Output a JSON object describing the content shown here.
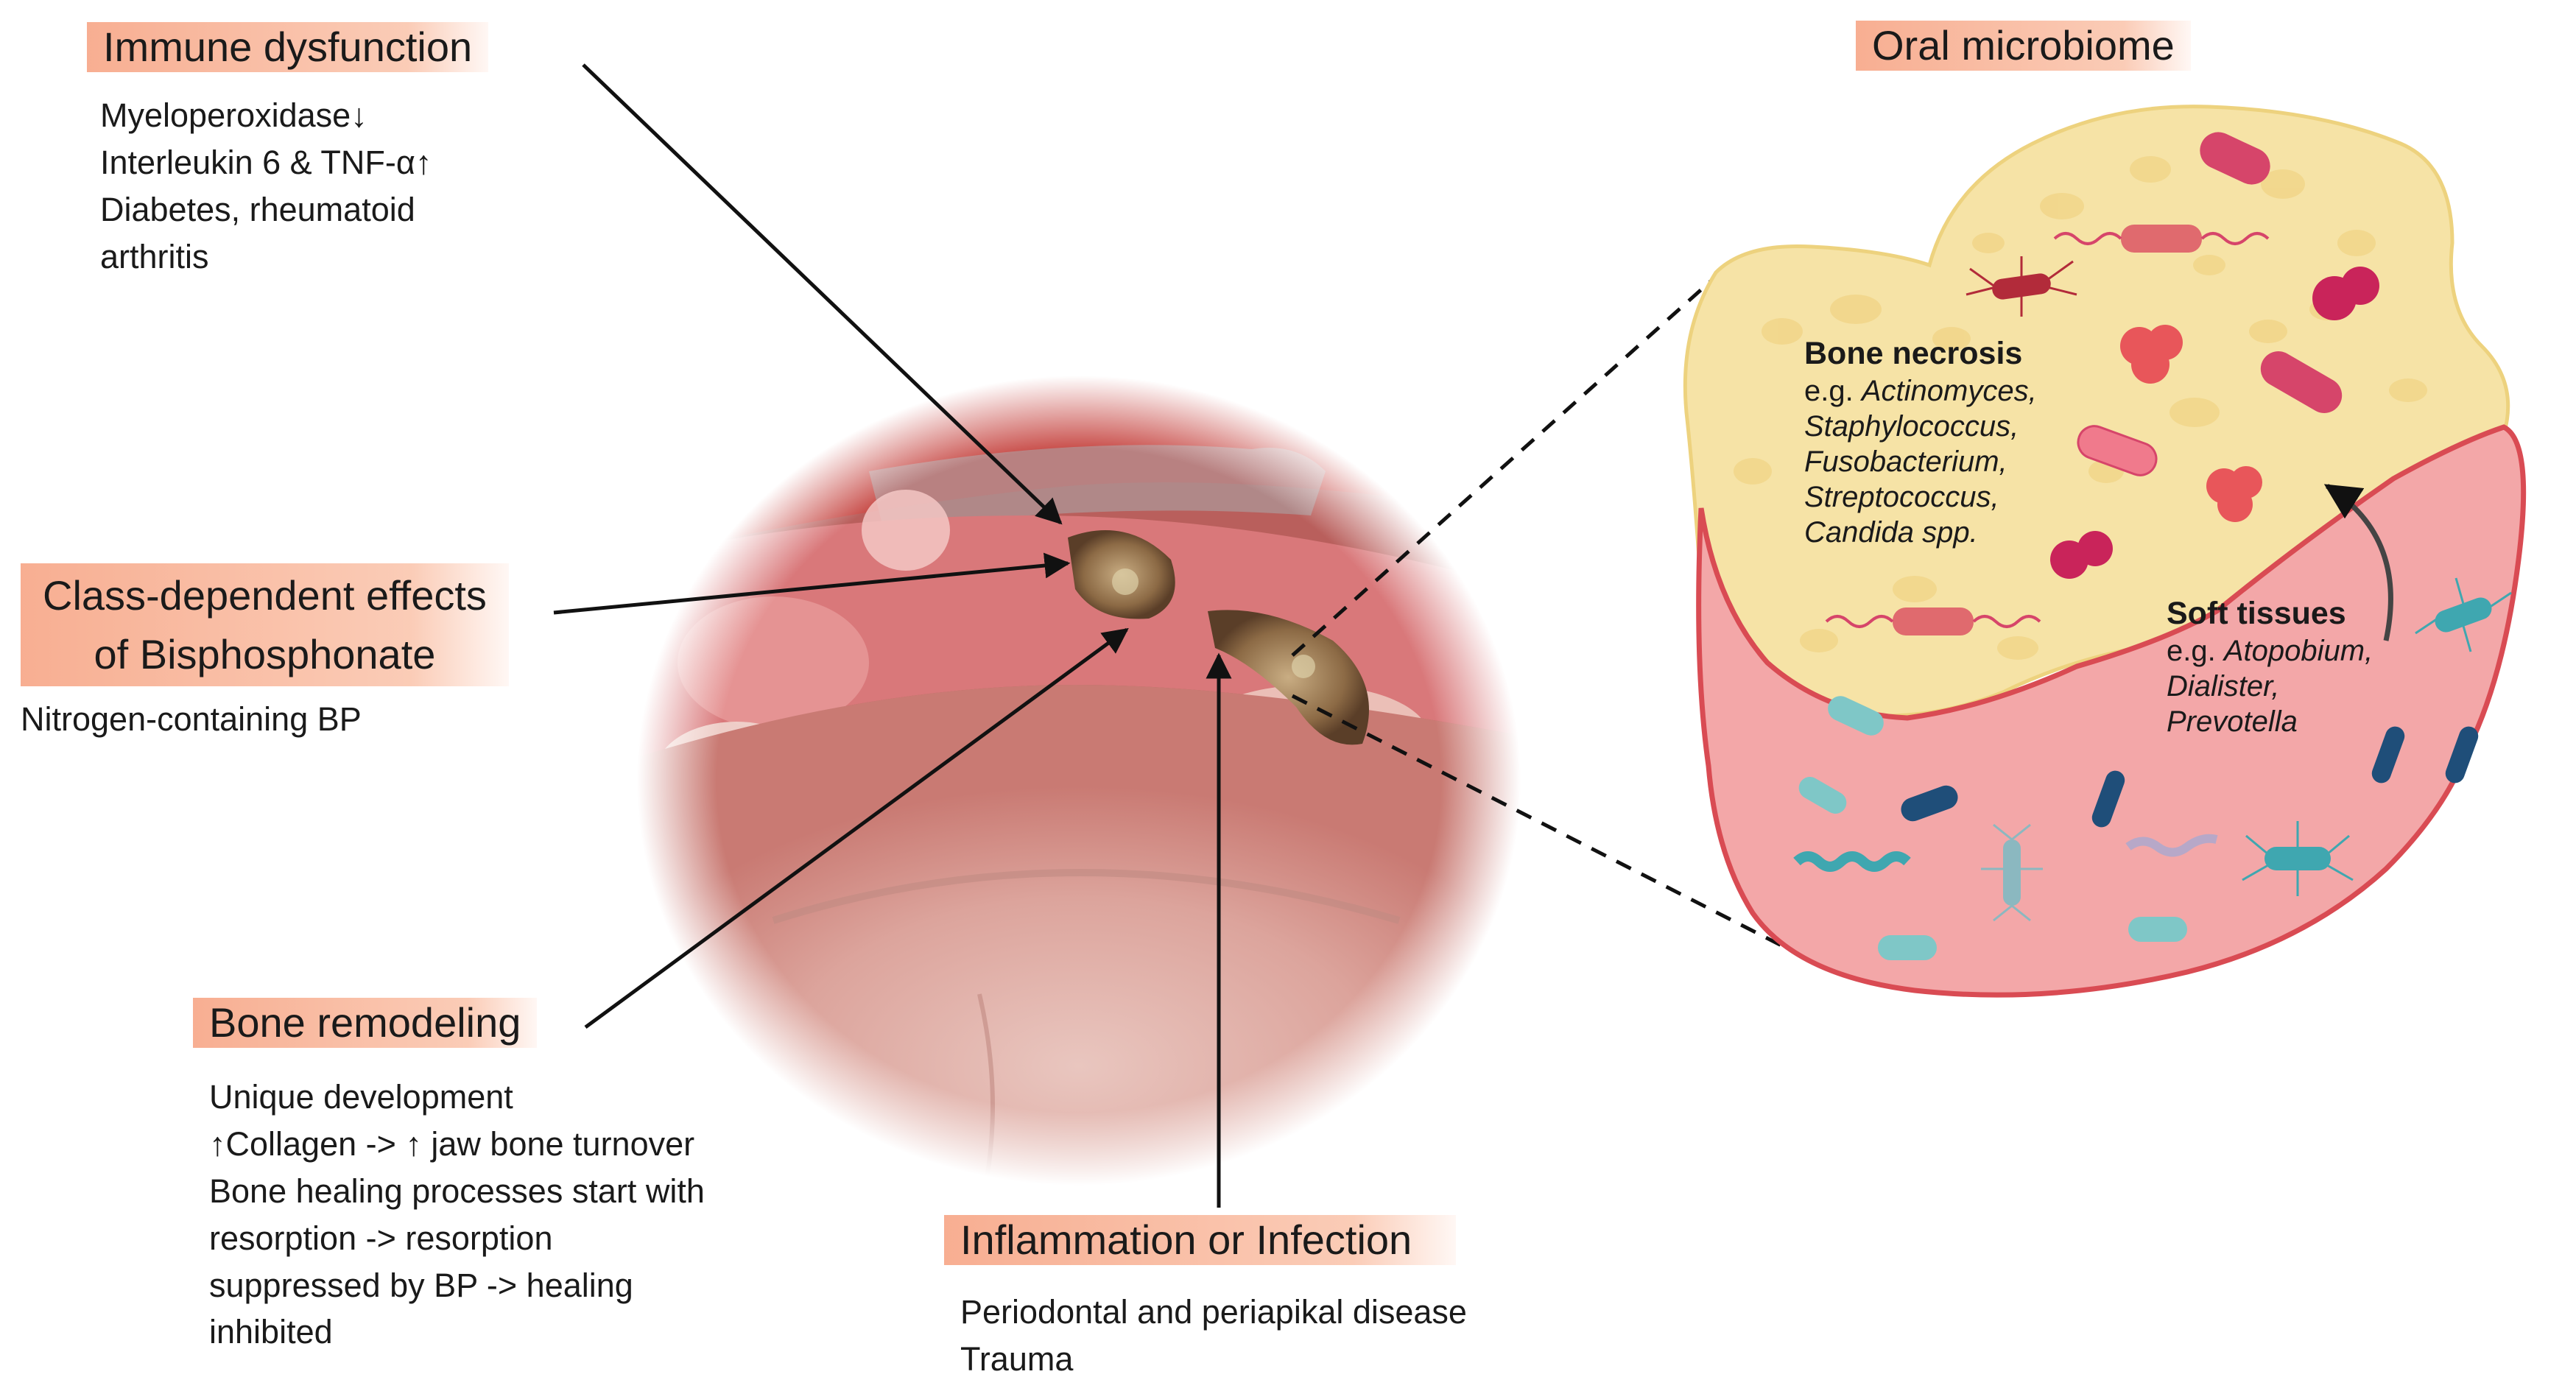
{
  "immune": {
    "title": "Immune dysfunction",
    "lines": [
      "Myeloperoxidase↓",
      "Interleukin 6 & TNF-α↑",
      "Diabetes, rheumatoid",
      "arthritis"
    ]
  },
  "bisphosphonate": {
    "title_line1": "Class-dependent effects",
    "title_line2": "of Bisphosphonate",
    "lines": [
      "Nitrogen-containing BP"
    ]
  },
  "remodeling": {
    "title": "Bone remodeling",
    "lines": [
      "Unique development",
      "↑Collagen -> ↑ jaw bone turnover",
      "Bone healing processes start with",
      "resorption -> resorption",
      "suppressed by BP -> healing",
      "inhibited"
    ]
  },
  "inflammation": {
    "title": "Inflammation or Infection",
    "lines": [
      "Periodontal and periapikal disease",
      "Trauma"
    ]
  },
  "microbiome": {
    "title": "Oral microbiome",
    "bone_necrosis": {
      "title": "Bone necrosis",
      "prefix": "e.g.",
      "examples": [
        "Actinomyces,",
        "Staphylococcus,",
        "Fusobacterium,",
        "Streptococcus,",
        "Candida spp."
      ]
    },
    "soft_tissues": {
      "title": "Soft tissues",
      "prefix": "e.g.",
      "examples": [
        "Atopobium,",
        "Dialister,",
        "Prevotella"
      ]
    }
  },
  "colors": {
    "highlight": "#F7AA8C",
    "bone_fill": "#F6E3A6",
    "soft_fill": "#F3A7A8",
    "soft_border": "#D94B53",
    "bacteria_pink": "#D6456A",
    "bacteria_teal": "#3FA7B0",
    "bacteria_navy": "#1F4E79"
  }
}
